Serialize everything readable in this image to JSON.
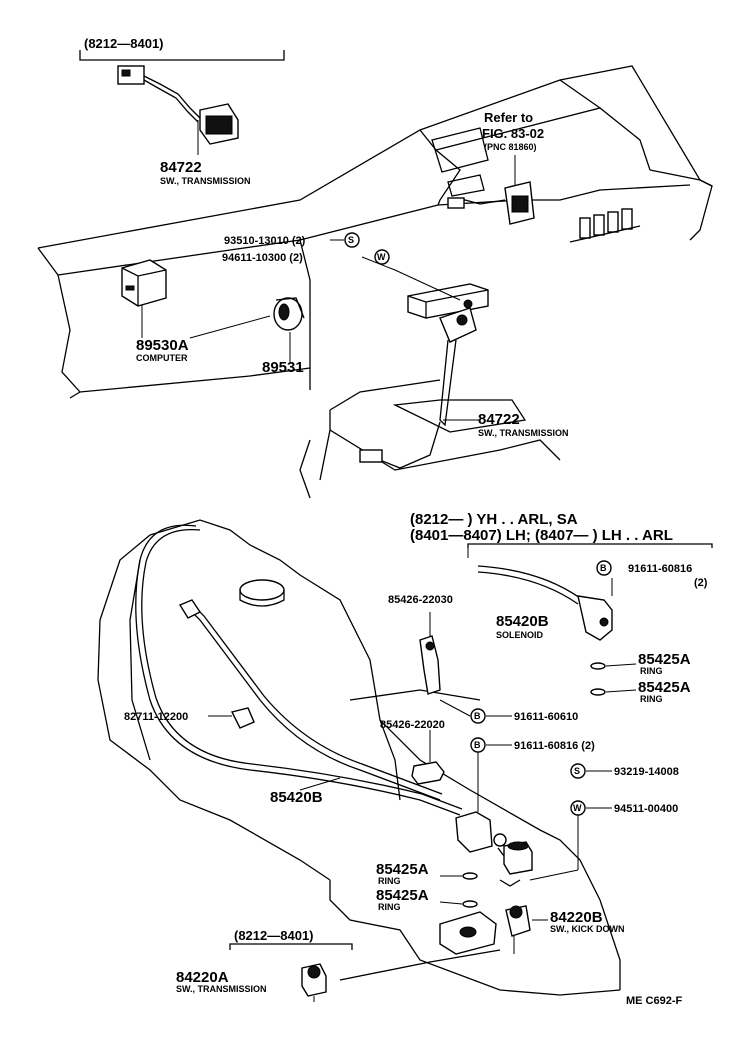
{
  "top_group": {
    "range": "(8212—8401)",
    "pn_84722_a": "84722",
    "desc_84722_a": "SW., TRANSMISSION",
    "refer_line1": "Refer to",
    "refer_line2": "FIG. 83-02",
    "refer_pnc": "(PNC 81860)",
    "pn_93510": "93510-13010 (2)",
    "sym_s": "S",
    "pn_94611": "94611-10300 (2)",
    "sym_w": "W",
    "pn_89530a": "89530A",
    "desc_89530a": "COMPUTER",
    "pn_89531": "89531",
    "pn_84722_b": "84722",
    "desc_84722_b": "SW., TRANSMISSION"
  },
  "bottom_group": {
    "range_line1": "(8212—       ) YH . . ARL, SA",
    "range_line2": "(8401—8407) LH; (8407—        ) LH . . ARL",
    "sym_b": "B",
    "pn_91611_60816_a": "91611-60816",
    "qty_a": "(2)",
    "pn_85426_22030": "85426-22030",
    "pn_85420b_a": "85420B",
    "desc_85420b_a": "SOLENOID",
    "pn_85425a_a": "85425A",
    "desc_ring_a": "RING",
    "pn_85425a_b": "85425A",
    "desc_ring_b": "RING",
    "pn_82711": "82711-12200",
    "pn_91611_60610": "91611-60610",
    "pn_85426_22020": "85426-22020",
    "pn_91611_60816_b": "91611-60816 (2)",
    "sym_s": "S",
    "pn_93219": "93219-14008",
    "pn_85420b_b": "85420B",
    "sym_w": "W",
    "pn_94511": "94511-00400",
    "pn_85425a_c": "85425A",
    "desc_ring_c": "RING",
    "pn_85425a_d": "85425A",
    "desc_ring_d": "RING",
    "pn_84220b": "84220B",
    "desc_84220b": "SW., KICK DOWN",
    "range_bottom": "(8212—8401)",
    "pn_84220a": "84220A",
    "desc_84220a": "SW., TRANSMISSION",
    "fig_code": "ME  C692-F"
  }
}
